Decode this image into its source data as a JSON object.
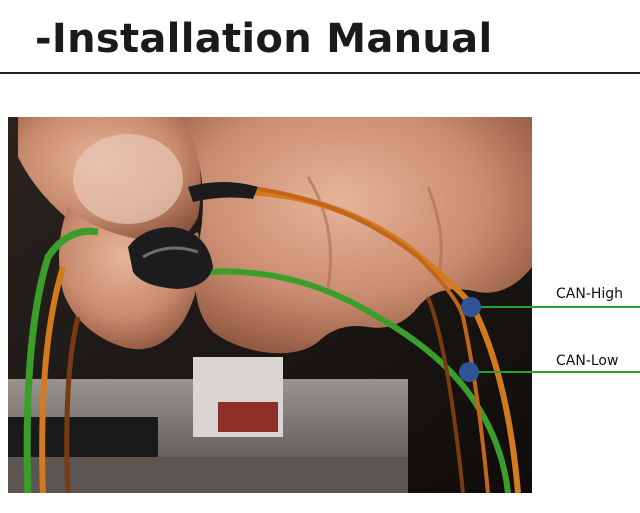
{
  "page": {
    "title": "-Installation Manual"
  },
  "callouts": [
    {
      "label": "CAN-High",
      "marker_color": "#2f5597",
      "line_color": "#2ca02c"
    },
    {
      "label": "CAN-Low",
      "marker_color": "#2f5597",
      "line_color": "#2ca02c"
    }
  ],
  "photo": {
    "wire_colors": [
      "#3c9e2a",
      "#d47a1e",
      "#c2651a",
      "#7a3a12"
    ],
    "skin_color": "#c98b6e",
    "tape_color": "#1c1c1e"
  }
}
